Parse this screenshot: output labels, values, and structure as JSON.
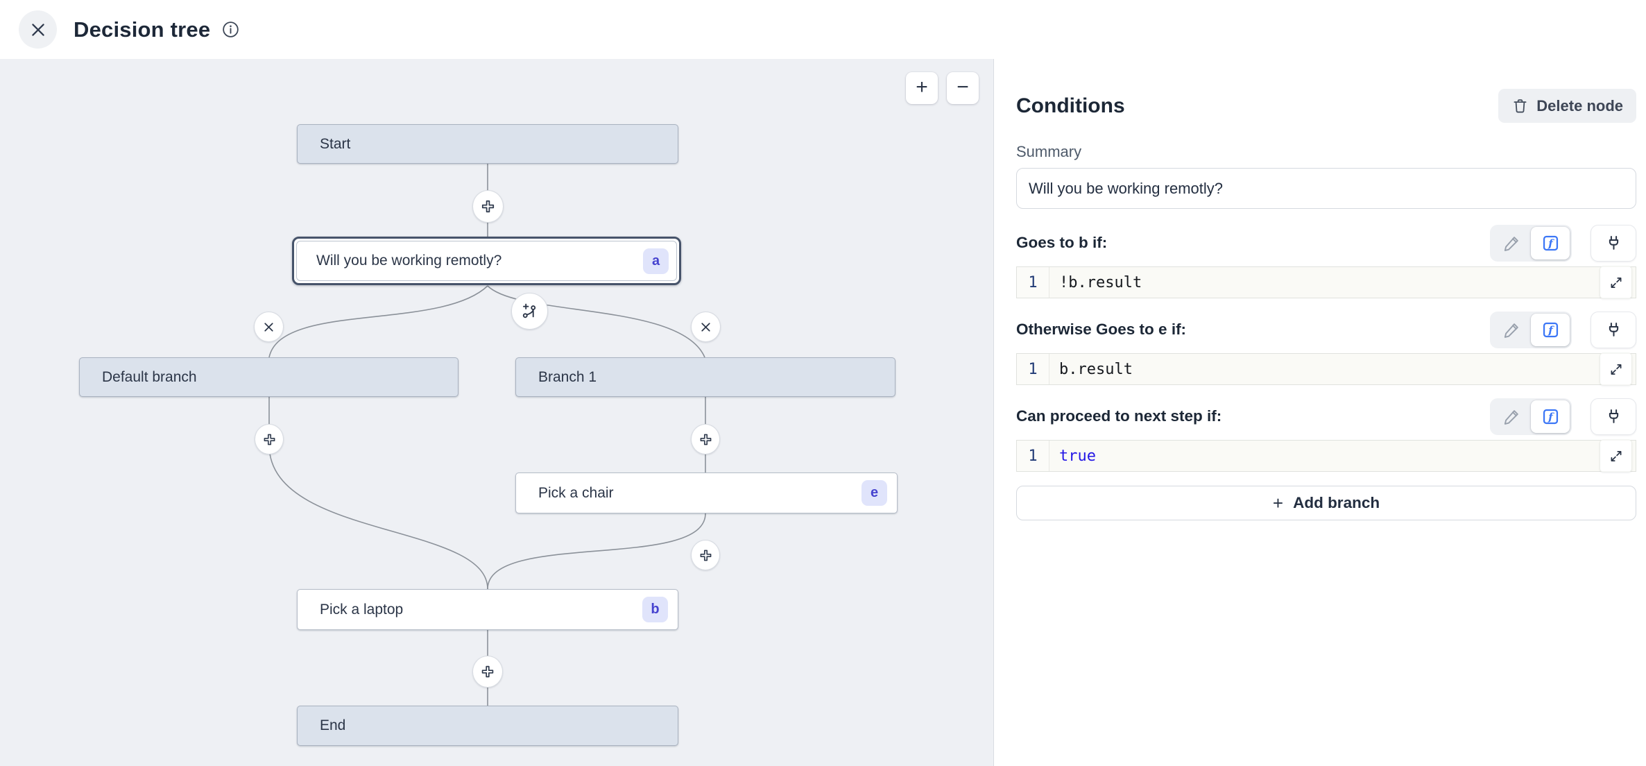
{
  "header": {
    "title": "Decision tree"
  },
  "canvas": {
    "zoom_in_label": "+",
    "zoom_out_label": "−",
    "nodes": {
      "start": {
        "label": "Start"
      },
      "question": {
        "label": "Will you be working remotly?",
        "badge": "a"
      },
      "default_branch": {
        "label": "Default branch"
      },
      "branch_1": {
        "label": "Branch 1"
      },
      "pick_chair": {
        "label": "Pick a chair",
        "badge": "e"
      },
      "pick_laptop": {
        "label": "Pick a laptop",
        "badge": "b"
      },
      "end": {
        "label": "End"
      }
    }
  },
  "panel": {
    "title": "Conditions",
    "delete_button_label": "Delete node",
    "summary_label": "Summary",
    "summary_value": "Will you be working remotly?",
    "conditions": [
      {
        "label": "Goes to b if:",
        "line_number": "1",
        "code": "!b.result"
      },
      {
        "label": "Otherwise Goes to e if:",
        "line_number": "1",
        "code": "b.result"
      },
      {
        "label": "Can proceed to next step if:",
        "line_number": "1",
        "code": "true"
      }
    ],
    "add_branch_icon": "+",
    "add_branch_label": "Add branch"
  },
  "colors": {
    "accent_blue": "#3b76f6",
    "keyword_blue": "#2417e6",
    "badge_bg": "#e0e4fb",
    "badge_text": "#4643cf",
    "node_fill": "#dbe2ec",
    "selected_border": "#46536a",
    "canvas_bg": "#eef0f4"
  }
}
